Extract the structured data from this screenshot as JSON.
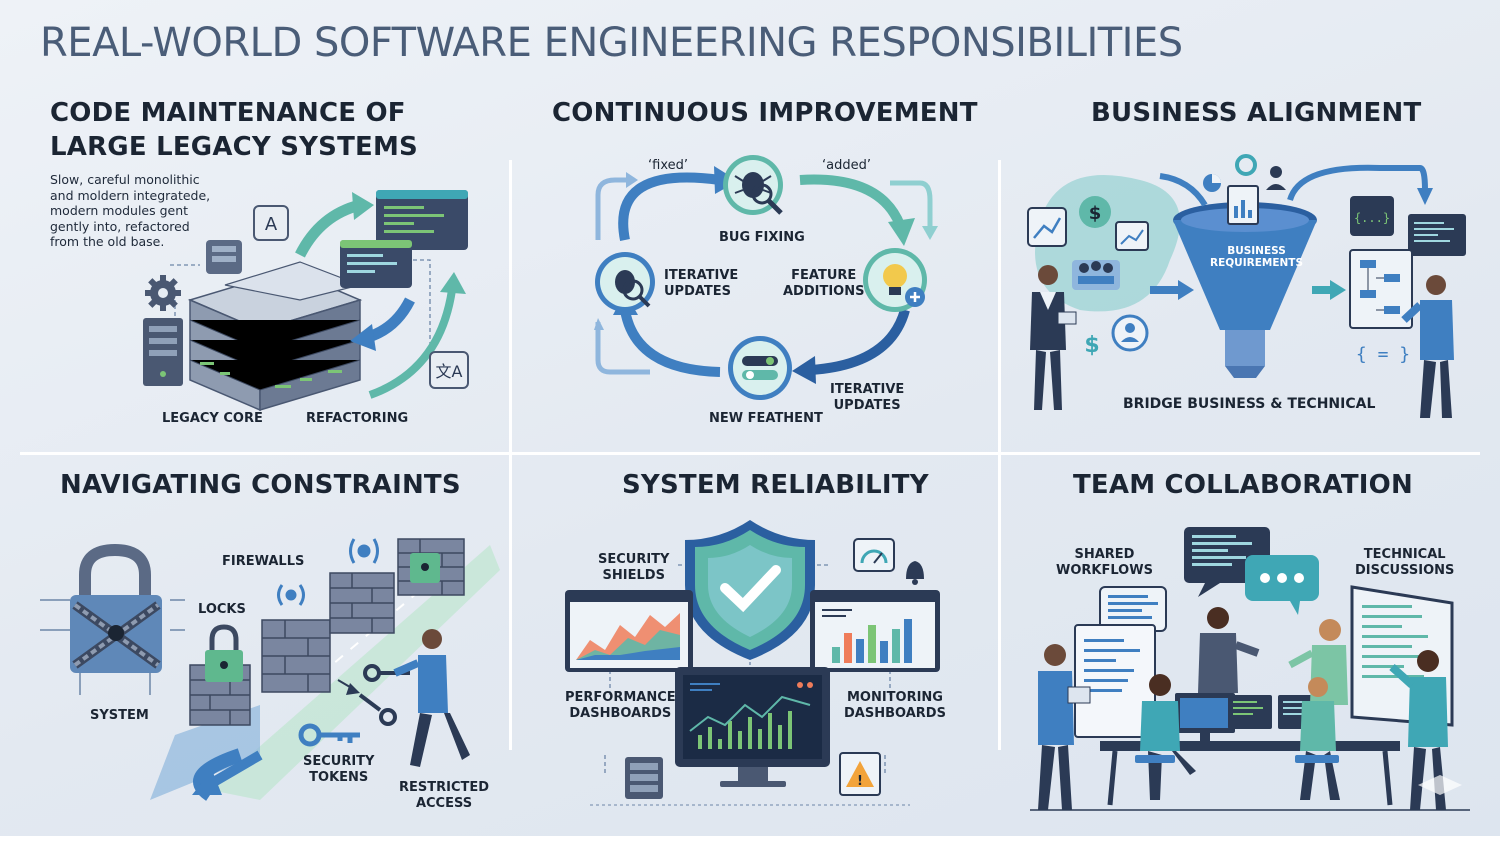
{
  "title": "REAL-WORLD SOFTWARE ENGINEERING RESPONSIBILITIES",
  "panels": {
    "legacy": {
      "title_line1": "CODE MAINTENANCE OF",
      "title_line2": "LARGE LEGACY SYSTEMS",
      "description": [
        "Slow, careful monolithic",
        "and moldern integratede,",
        "modern modules gent",
        "gently into, refactored",
        "from the old base."
      ],
      "labels": {
        "core": "LEGACY CORE",
        "refactoring": "REFACTORING"
      }
    },
    "improvement": {
      "title": "CONTINUOUS IMPROVEMENT",
      "labels": {
        "fixed": "‘fixed’",
        "added": "‘added’",
        "bug_fixing": "BUG FIXING",
        "iterative_left_1": "ITERATIVE",
        "iterative_left_2": "UPDATES",
        "feature_1": "FEATURE",
        "feature_2": "ADDITIONS",
        "iterative_right_1": "ITERATIVE",
        "iterative_right_2": "UPDATES",
        "new_feature": "NEW FEATHENT"
      }
    },
    "business": {
      "title": "BUSINESS ALIGNMENT",
      "labels": {
        "funnel_1": "BUSINESS",
        "funnel_2": "REQUIREMENTS",
        "bridge": "BRIDGE BUSINESS & TECHNICAL"
      }
    },
    "constraints": {
      "title": "NAVIGATING CONSTRAINTS",
      "labels": {
        "firewalls": "FIREWALLS",
        "locks": "LOCKS",
        "system": "SYSTEM",
        "tokens_1": "SECURITY",
        "tokens_2": "TOKENS",
        "restricted_1": "RESTRICTED",
        "restricted_2": "ACCESS"
      }
    },
    "reliability": {
      "title": "SYSTEM RELIABILITY",
      "labels": {
        "shields_1": "SECURITY",
        "shields_2": "SHIELDS",
        "performance_1": "PERFORMANCE",
        "performance_2": "DASHBOARDS",
        "monitoring_1": "MONITORING",
        "monitoring_2": "DASHBOARDS"
      }
    },
    "collaboration": {
      "title": "TEAM COLLABORATION",
      "labels": {
        "shared_1": "SHARED",
        "shared_2": "WORKFLOWS",
        "technical_1": "TECHNICAL",
        "technical_2": "DISCUSSIONS"
      }
    }
  },
  "colors": {
    "navy": "#2b3a55",
    "teal": "#3fa7b5",
    "blue": "#3f7fc1",
    "green": "#7cc576",
    "brick": "#6a7489",
    "yellow": "#f2c94c"
  }
}
